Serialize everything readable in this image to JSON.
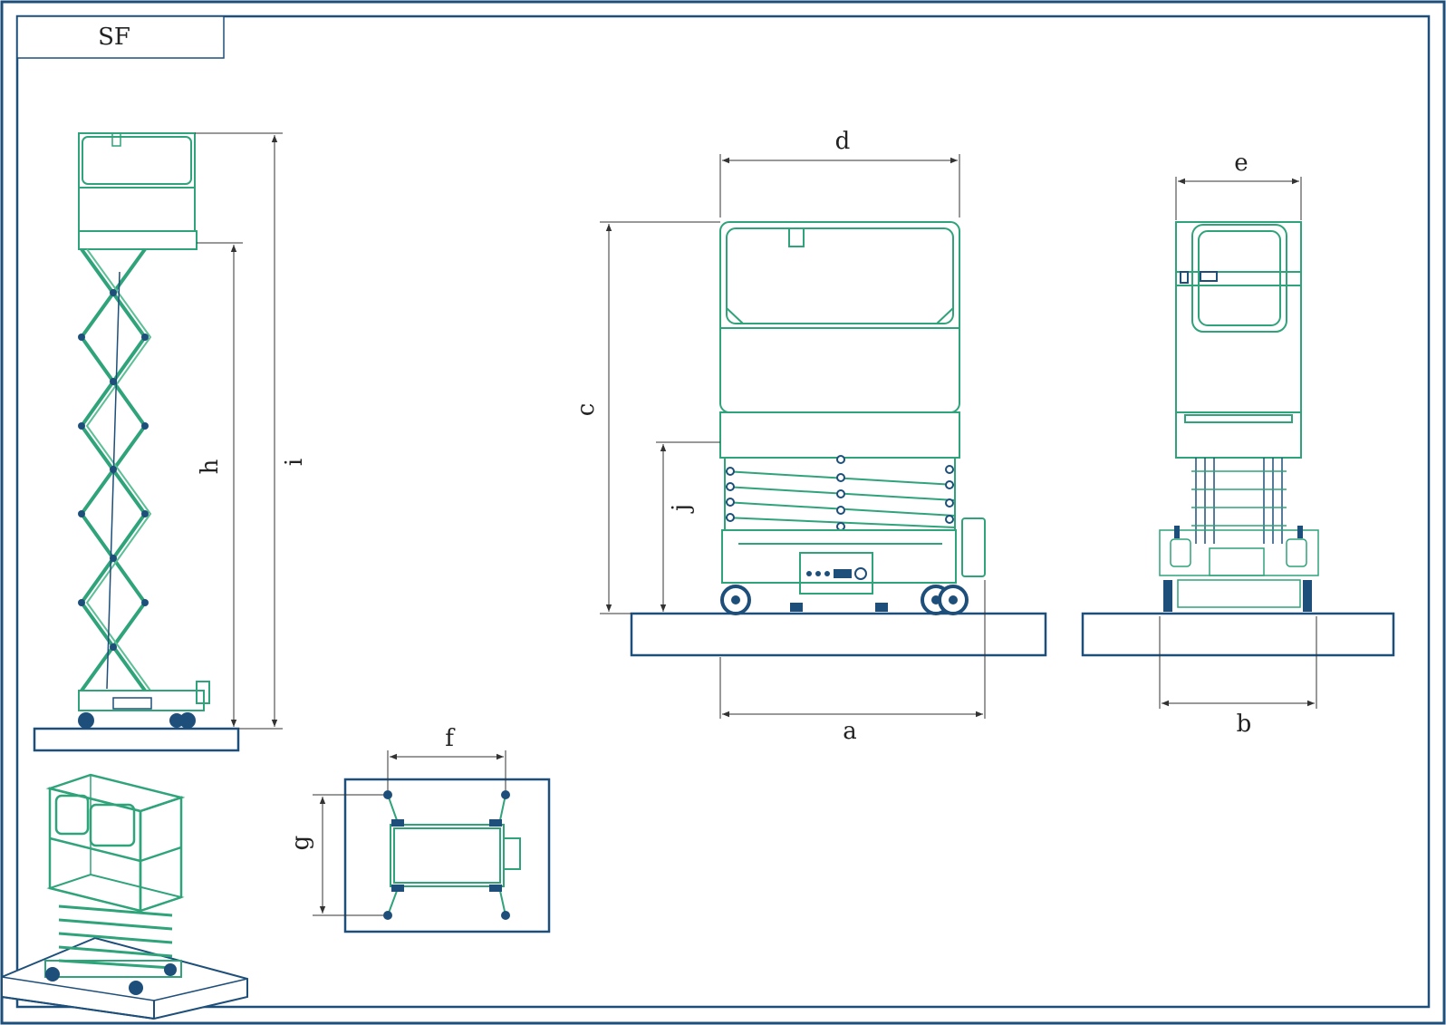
{
  "title_block": {
    "label": "SF"
  },
  "dimensions": {
    "a": "a",
    "b": "b",
    "c": "c",
    "d": "d",
    "e": "e",
    "f": "f",
    "g": "g",
    "h": "h",
    "i": "i",
    "j": "j"
  },
  "colors": {
    "frame": "#1d4f7a",
    "machine": "#2fa37a",
    "machine_light": "#5cbf95",
    "dimension": "#333333",
    "ground": "#1d4f7a"
  }
}
